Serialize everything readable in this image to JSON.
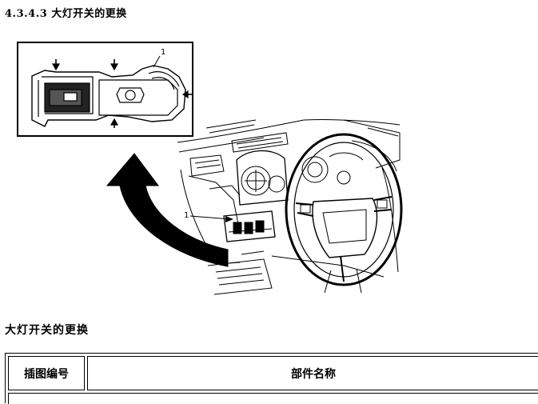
{
  "section_heading": "4.3.4.3 大灯开关的更换",
  "figure": {
    "callout_inset": "1",
    "callout_main": "1"
  },
  "caption_heading": "大灯开关的更换",
  "table": {
    "headers": [
      "插图编号",
      "部件名称"
    ]
  }
}
